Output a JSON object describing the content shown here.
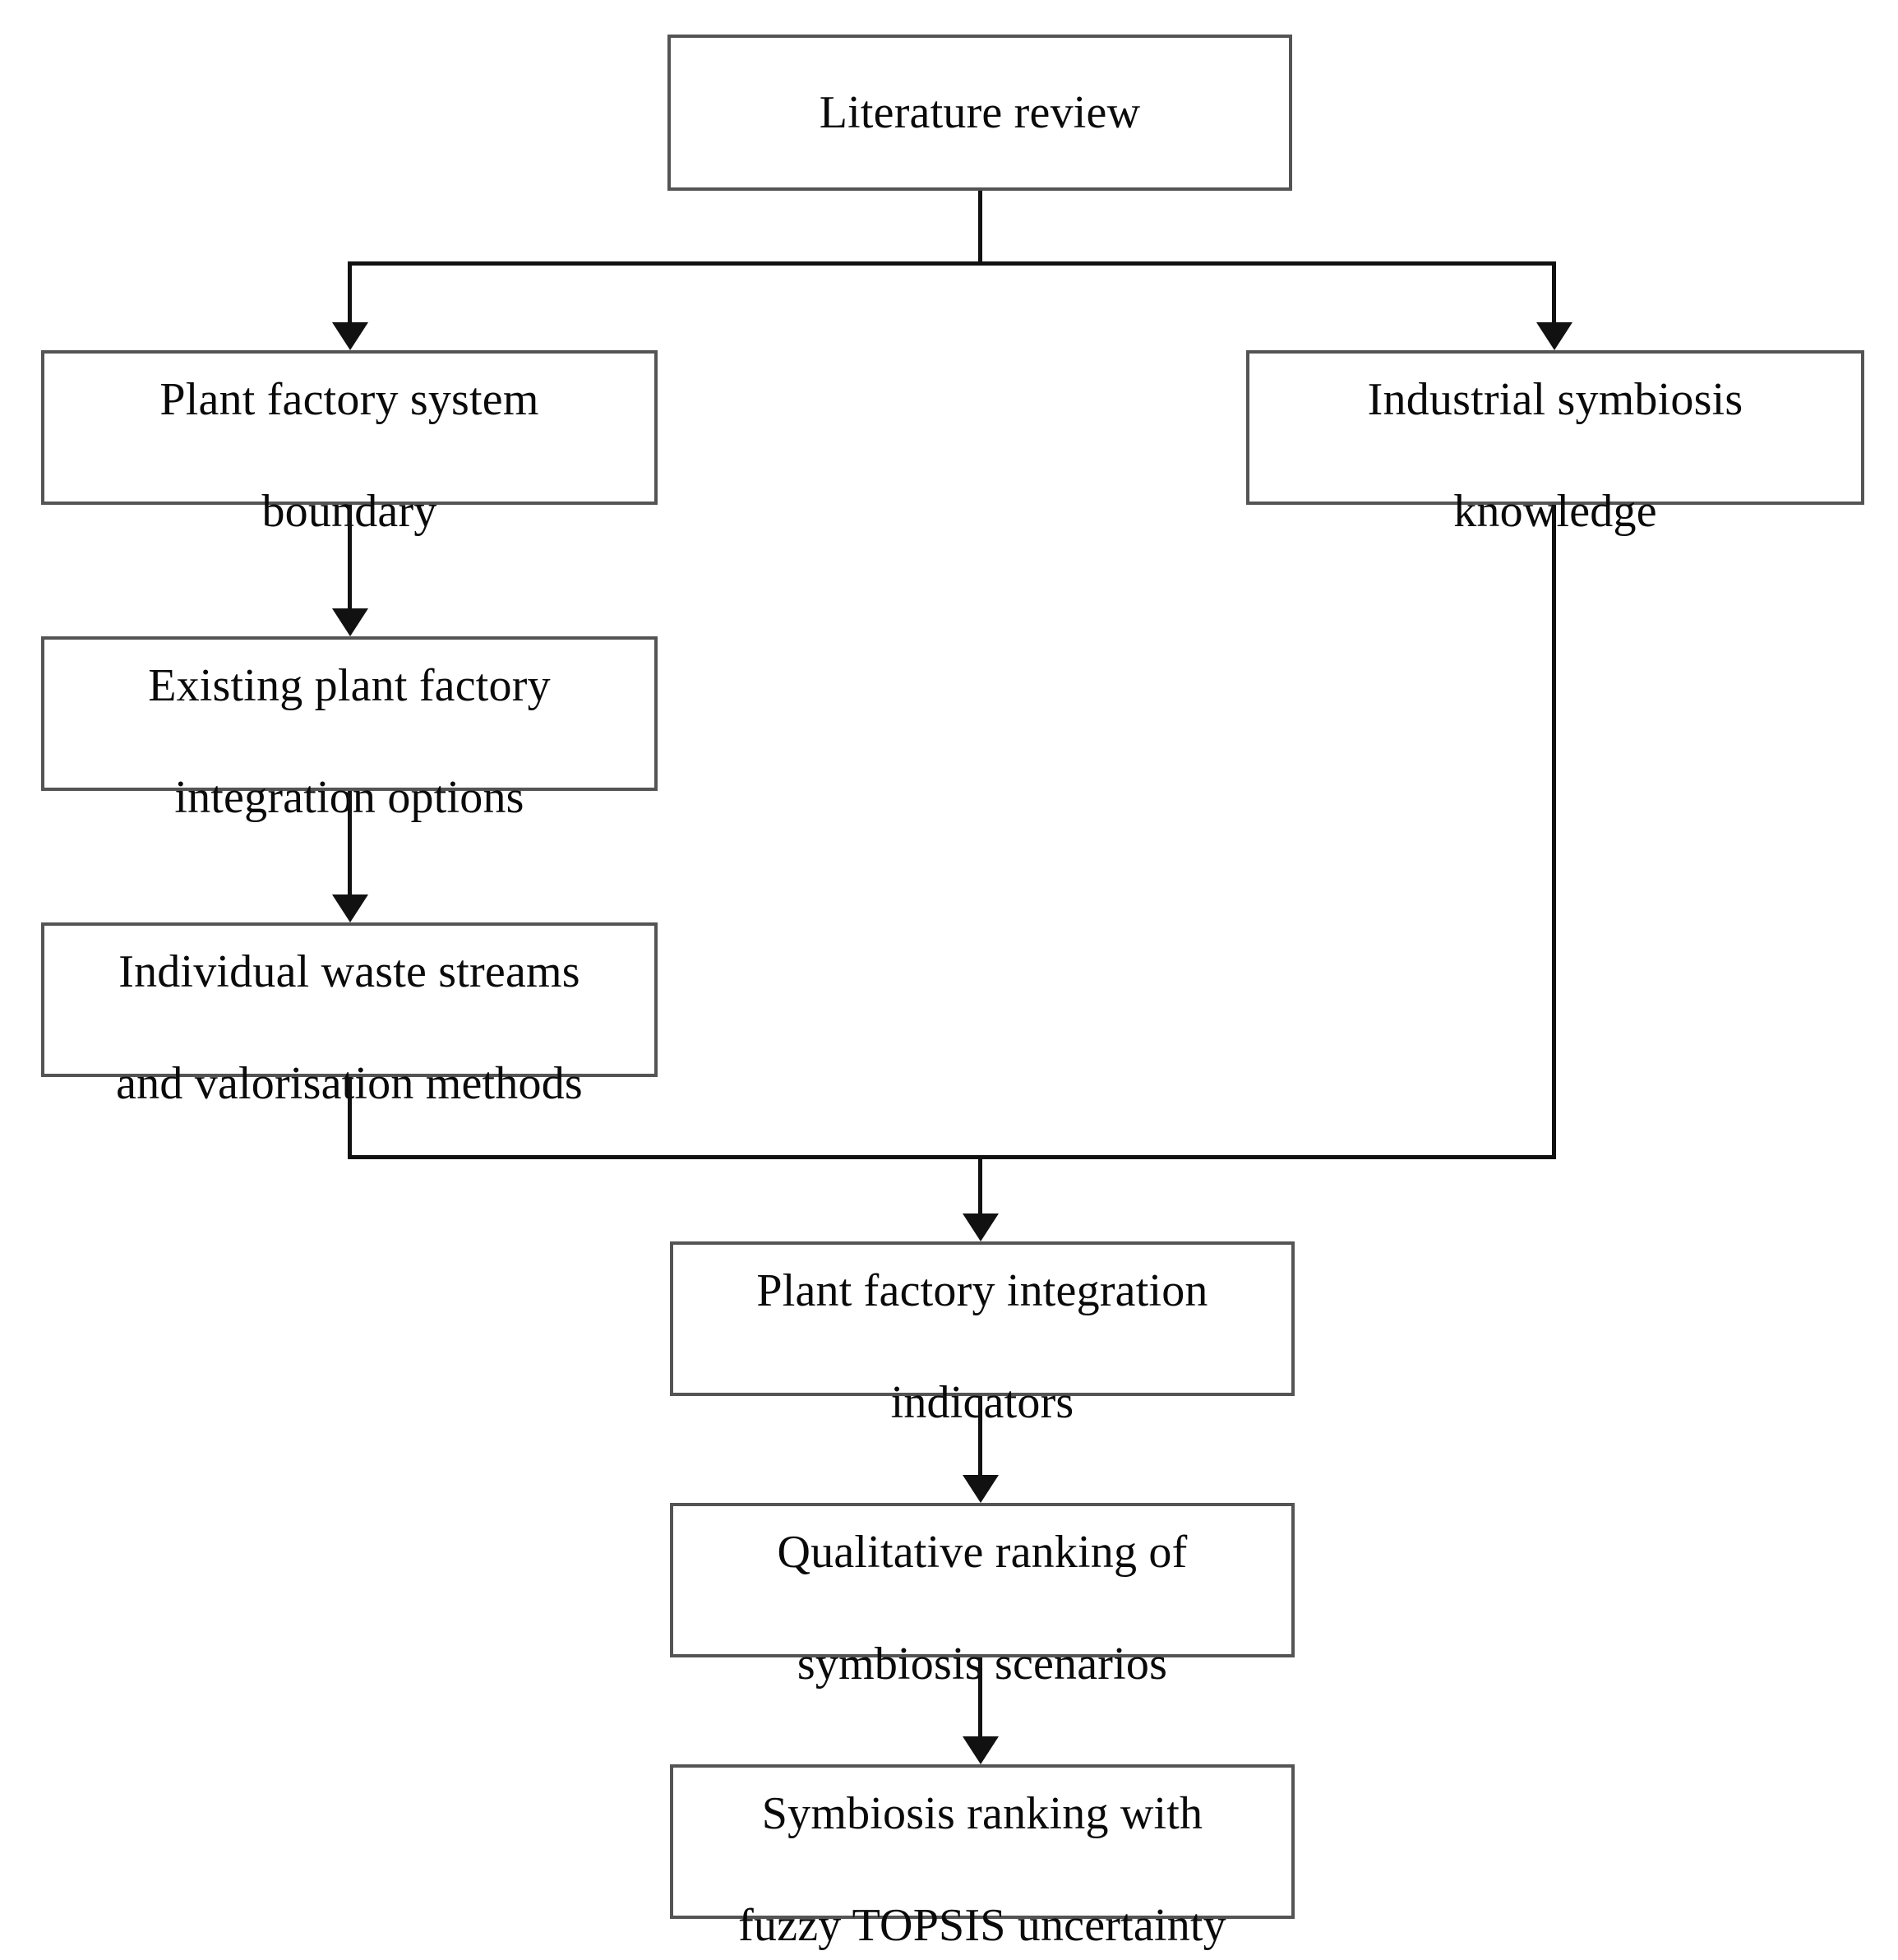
{
  "diagram": {
    "title": "Plant factory industrial symbiosis methodology flowchart",
    "type": "flowchart",
    "orientation": "top-down",
    "stroke_color": "#545454",
    "line_color": "#111111",
    "background_color": "#ffffff",
    "text_color": "#0a0a0a"
  },
  "nodes": [
    {
      "id": "literature-review",
      "label": "Literature review",
      "line1": "Literature review",
      "line2": ""
    },
    {
      "id": "plant-factory-system-boundary",
      "label": "Plant factory system boundary",
      "line1": "Plant factory system",
      "line2": "boundary"
    },
    {
      "id": "industrial-symbiosis-knowledge",
      "label": "Industrial symbiosis knowledge",
      "line1": "Industrial symbiosis",
      "line2": "knowledge"
    },
    {
      "id": "existing-plant-factory-integration-options",
      "label": "Existing plant factory integration options",
      "line1": "Existing plant factory",
      "line2": "integration options"
    },
    {
      "id": "individual-waste-streams",
      "label": "Individual waste streams and valorisation methods",
      "line1": "Individual waste streams",
      "line2": "and valorisation methods"
    },
    {
      "id": "plant-factory-integration-indicators",
      "label": "Plant factory integration indicators",
      "line1": "Plant factory integration",
      "line2": "indicators"
    },
    {
      "id": "qualitative-ranking",
      "label": "Qualitative ranking of symbiosis scenarios",
      "line1": "Qualitative ranking of",
      "line2": "symbiosis scenarios"
    },
    {
      "id": "symbiosis-ranking-fuzzy-topsis",
      "label": "Symbiosis ranking with fuzzy TOPSIS uncertainty",
      "line1": "Symbiosis ranking with",
      "line2": "fuzzy TOPSIS uncertainty"
    }
  ],
  "edges": [
    {
      "from": "literature-review",
      "to": "plant-factory-system-boundary"
    },
    {
      "from": "literature-review",
      "to": "industrial-symbiosis-knowledge"
    },
    {
      "from": "plant-factory-system-boundary",
      "to": "existing-plant-factory-integration-options"
    },
    {
      "from": "existing-plant-factory-integration-options",
      "to": "individual-waste-streams"
    },
    {
      "from": "individual-waste-streams",
      "to": "plant-factory-integration-indicators"
    },
    {
      "from": "industrial-symbiosis-knowledge",
      "to": "plant-factory-integration-indicators"
    },
    {
      "from": "plant-factory-integration-indicators",
      "to": "qualitative-ranking"
    },
    {
      "from": "qualitative-ranking",
      "to": "symbiosis-ranking-fuzzy-topsis"
    }
  ]
}
